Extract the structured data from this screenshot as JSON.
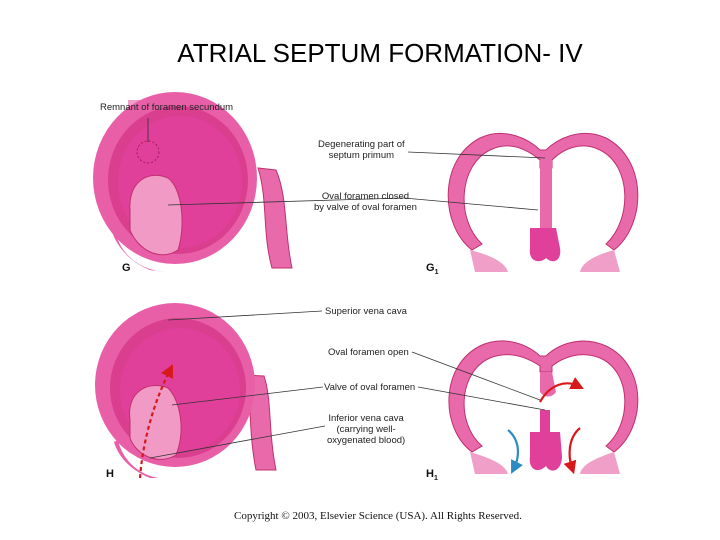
{
  "title": "ATRIAL SEPTUM FORMATION- IV",
  "labels": {
    "remnant": "Remnant of foramen secundum",
    "degenerating_1": "Degenerating part of",
    "degenerating_2": "septum primum",
    "oval_closed_1": "Oval foramen closed",
    "oval_closed_2": "by valve of oval foramen",
    "svc": "Superior vena cava",
    "oval_open": "Oval foramen open",
    "valve": "Valve of oval foramen",
    "ivc_1": "Inferior vena cava",
    "ivc_2": "(carrying well-",
    "ivc_3": "oxygenated blood)"
  },
  "panels": {
    "g": "G",
    "g1": "G",
    "g1_sub": "1",
    "h": "H",
    "h1": "H",
    "h1_sub": "1"
  },
  "copyright": "Copyright © 2003, Elsevier Science (USA). All Rights Reserved.",
  "colors": {
    "pink_light": "#f19ac6",
    "pink_mid": "#e85fa8",
    "pink_dark": "#e0408f",
    "outline": "#c0306f",
    "flow_red": "#d7191c",
    "flow_blue": "#2b8cc4"
  }
}
